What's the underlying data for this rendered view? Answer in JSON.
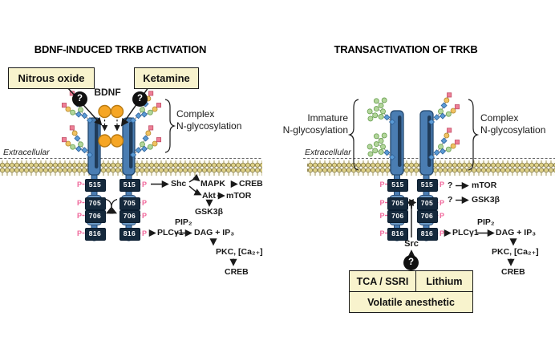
{
  "left": {
    "title": "BDNF-INDUCED TRKB ACTIVATION",
    "nitrous_oxide": "Nitrous oxide",
    "ketamine": "Ketamine",
    "bdnf": "BDNF",
    "question_mark": "?",
    "glyco_line1": "Complex",
    "glyco_line2": "N-glycosylation",
    "extracellular": "Extracellular",
    "sites": [
      "515",
      "705",
      "706",
      "816"
    ],
    "p": "P",
    "shc": "Shc",
    "mapk": "MAPK",
    "creb_top": "CREB",
    "akt": "Akt",
    "mtor": "mTOR",
    "gsk3b": "GSK3β",
    "plcg1": "PLCγ1",
    "pip2": "PIP₂",
    "dag_ip3": "DAG + IP₃",
    "pkc_ca": "PKC, [Ca₂₊]",
    "creb_bottom": "CREB"
  },
  "right": {
    "title": "TRANSACTIVATION OF TRKB",
    "immature_line1": "Immature",
    "immature_line2": "N-glycosylation",
    "complex_line1": "Complex",
    "complex_line2": "N-glycosylation",
    "extracellular": "Extracellular",
    "sites": [
      "515",
      "705",
      "706",
      "816"
    ],
    "p": "P",
    "q1": "?",
    "mtor": "mTOR",
    "q2": "?",
    "gsk3b": "GSK3β",
    "plcg1": "PLCγ1",
    "pip2": "PIP₂",
    "dag_ip3": "DAG + IP₃",
    "pkc_ca": "PKC, [Ca₂₊]",
    "creb": "CREB",
    "src": "Src",
    "question_mark": "?",
    "tca_ssri": "TCA / SSRI",
    "lithium": "Lithium",
    "volatile": "Volatile anesthetic"
  },
  "colors": {
    "drug_box_fill": "#f8f3cd",
    "receptor_blue": "#4a7db2",
    "receptor_dark": "#203c5a",
    "phospho_box": "#15293c",
    "phospho_p_pink": "#f0679b",
    "bdnf_orange": "#f6a625",
    "membrane_tan": "#ded188",
    "glycan_blue": "#5b9bd5",
    "glycan_green": "#b3d69b",
    "glycan_yellow": "#f1c261",
    "glycan_pink": "#ee7f96"
  }
}
